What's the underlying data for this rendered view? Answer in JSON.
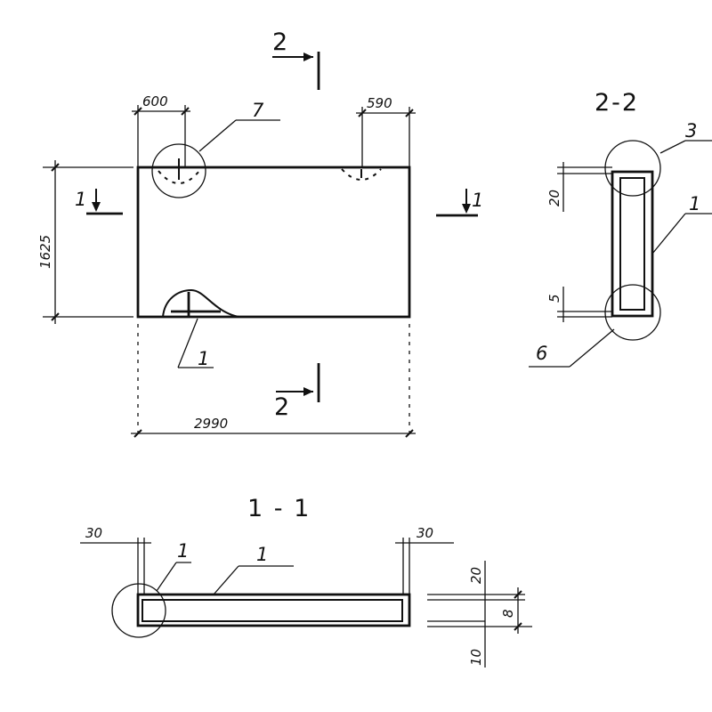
{
  "plan_view": {
    "section_mark_label": "2",
    "section_mark_label_bottom": "2",
    "cut_mark_left": "1",
    "cut_mark_right": "1",
    "dim_left_offset": "600",
    "dim_right_offset": "590",
    "dim_height": "1625",
    "dim_length": "2990",
    "callout_top": "7",
    "callout_bottom": "1"
  },
  "section_2_2": {
    "title": "2-2",
    "dim_top": "20",
    "dim_bottom": "5",
    "callout_top": "3",
    "callout_side": "1",
    "callout_bottom": "6"
  },
  "section_1_1": {
    "title": "1 - 1",
    "dim_left": "30",
    "dim_right": "30",
    "callout_left": "1",
    "callout_mid": "1",
    "dim_top": "20",
    "dim_height": "8",
    "dim_bottom": "10"
  }
}
